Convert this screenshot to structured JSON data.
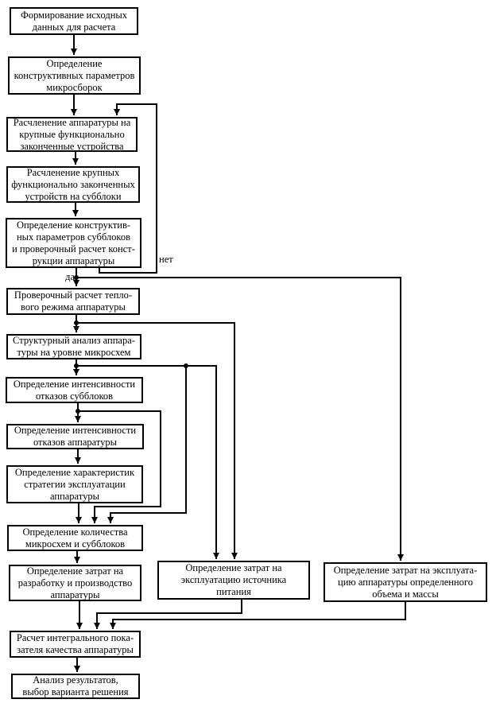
{
  "diagram": {
    "background": "#ffffff",
    "line_color": "#000000",
    "box_border_color": "#000000",
    "box_fill_color": "#ffffff",
    "edge_labels": {
      "yes": "да",
      "no": "нет"
    },
    "nodes": [
      {
        "id": "n1",
        "text": "Формирование исходных\nданных для расчета"
      },
      {
        "id": "n2",
        "text": "Определение\nконструктивных параметров\nмикросборок"
      },
      {
        "id": "n3",
        "text": "Расчленение аппаратуры на\nкрупные функционально\nзаконченные устройства"
      },
      {
        "id": "n4",
        "text": "Расчленение крупных\nфункционально законченных\nустройств на субблоки"
      },
      {
        "id": "n5",
        "text": "Определение конструктив-\nных параметров субблоков\nи проверочный расчет конст-\nрукции аппаратуры"
      },
      {
        "id": "n6",
        "text": "Проверочный расчет тепло-\nвого режима аппаратуры"
      },
      {
        "id": "n7",
        "text": "Структурный анализ аппара-\nтуры на уровне микросхем"
      },
      {
        "id": "n8",
        "text": "Определение интенсивности\nотказов субблоков"
      },
      {
        "id": "n9",
        "text": "Определение интенсивности\nотказов аппаратуры"
      },
      {
        "id": "n10",
        "text": "Определение характеристик\nстратегии эксплуатации\nаппаратуры"
      },
      {
        "id": "n11",
        "text": "Определение количества\nмикросхем и субблоков"
      },
      {
        "id": "n12",
        "text": "Определение затрат на\nразработку и производство\nаппаратуры"
      },
      {
        "id": "n13",
        "text": "Определение затрат на\nэксплуатацию источника\nпитания"
      },
      {
        "id": "n14",
        "text": "Определение затрат на эксплуата-\nцию аппаратуры определенного\nобъема и массы"
      },
      {
        "id": "n15",
        "text": "Расчет интегрального пока-\nзателя качества аппаратуры"
      },
      {
        "id": "n16",
        "text": "Анализ результатов,\nвыбор варианта решения"
      }
    ]
  }
}
